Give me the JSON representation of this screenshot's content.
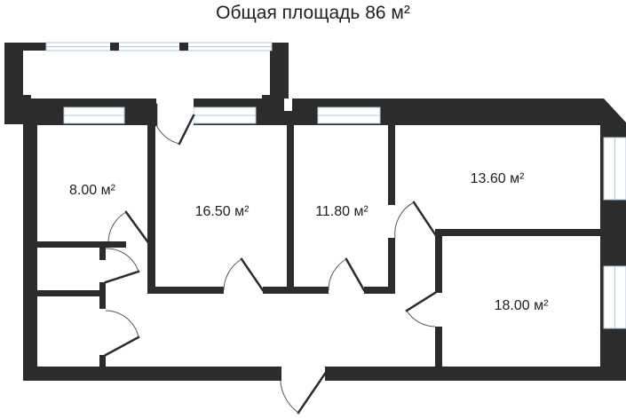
{
  "plan": {
    "title": "Общая площадь 86 м²",
    "rooms": [
      {
        "id": "room-1",
        "area": "8.00 м²"
      },
      {
        "id": "room-2",
        "area": "16.50 м²"
      },
      {
        "id": "room-3",
        "area": "11.80 м²"
      },
      {
        "id": "room-4",
        "area": "13.60 м²"
      },
      {
        "id": "room-5",
        "area": "18.00 м²"
      }
    ]
  },
  "colors": {
    "wall": "#2c2c2c",
    "window_frame": "#b4c6d8",
    "background": "#ffffff",
    "text": "#1f1f1f"
  }
}
